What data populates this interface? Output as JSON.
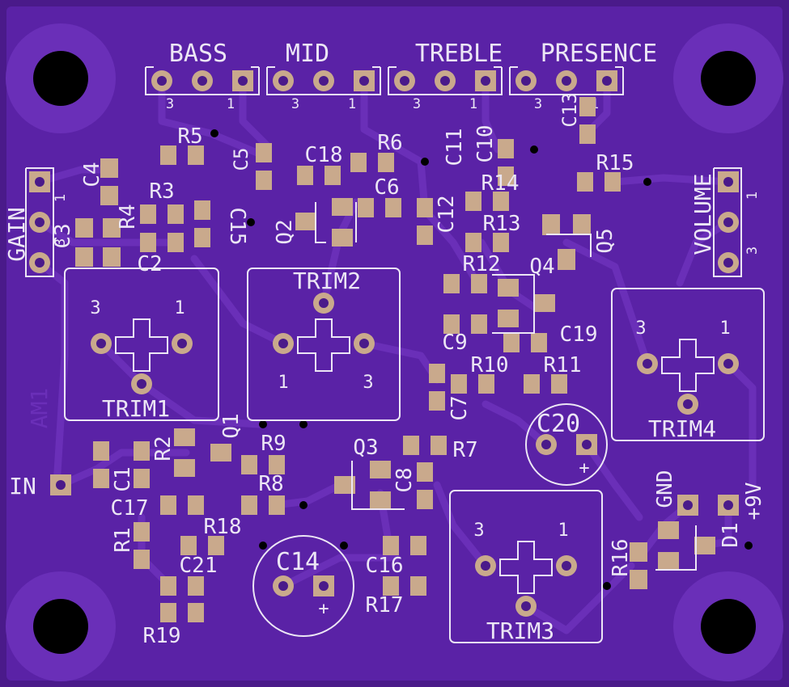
{
  "colors": {
    "board": "#4a1a8a",
    "copper": "#5a22a6",
    "trace": "#6a2fb8",
    "pad": "#c9a98c",
    "silk": "#ece6f5",
    "hole": "#000000"
  },
  "pots": [
    {
      "name": "BASS",
      "pin3": "3",
      "pin1": "1"
    },
    {
      "name": "MID",
      "pin3": "3",
      "pin1": "1"
    },
    {
      "name": "TREBLE",
      "pin3": "3",
      "pin1": "1"
    },
    {
      "name": "PRESENCE",
      "pin3": "3",
      "pin1": "1"
    }
  ],
  "side_pots": {
    "gain": {
      "name": "GAIN",
      "pin3": "3",
      "pin1": "1"
    },
    "volume": {
      "name": "VOLUME",
      "pin3": "3",
      "pin1": "1"
    }
  },
  "trimmers": [
    {
      "name": "TRIM1",
      "pin3": "3",
      "pin1": "1"
    },
    {
      "name": "TRIM2",
      "pin1": "1",
      "pin3": "3"
    },
    {
      "name": "TRIM3",
      "pin3": "3",
      "pin1": "1"
    },
    {
      "name": "TRIM4",
      "pin3": "3",
      "pin1": "1"
    }
  ],
  "labels": {
    "C1": "C1",
    "C2": "C2",
    "C3": "C3",
    "C4": "C4",
    "C5": "C5",
    "C6": "C6",
    "C7": "C7",
    "C8": "C8",
    "C9": "C9",
    "C10": "C10",
    "C11": "C11",
    "C12": "C12",
    "C13": "C13",
    "C14": "C14",
    "C15": "C15",
    "C16": "C16",
    "C17": "C17",
    "C18": "C18",
    "C19": "C19",
    "C20": "C20",
    "C21": "C21",
    "R1": "R1",
    "R2": "R2",
    "R3": "R3",
    "R4": "R4",
    "R5": "R5",
    "R6": "R6",
    "R7": "R7",
    "R8": "R8",
    "R9": "R9",
    "R10": "R10",
    "R11": "R11",
    "R12": "R12",
    "R13": "R13",
    "R14": "R14",
    "R15": "R15",
    "R16": "R16",
    "R17": "R17",
    "R18": "R18",
    "R19": "R19",
    "Q1": "Q1",
    "Q2": "Q2",
    "Q3": "Q3",
    "Q4": "Q4",
    "Q5": "Q5",
    "D1": "D1",
    "AM1": "AM1",
    "IN": "IN",
    "GND": "GND",
    "V9": "+9V",
    "plus": "+"
  }
}
